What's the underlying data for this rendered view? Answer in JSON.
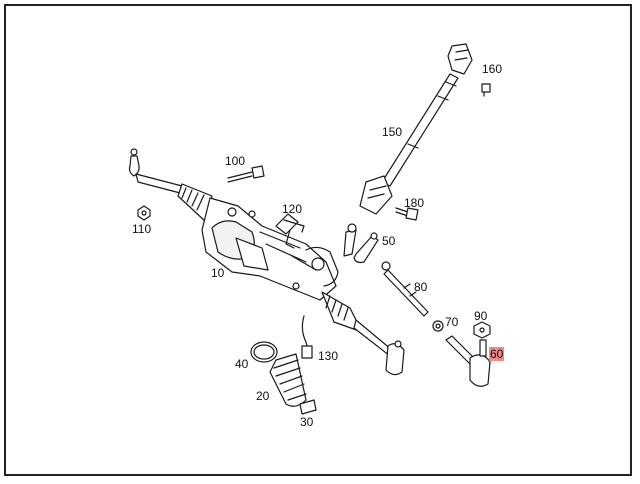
{
  "parts": [
    {
      "id": "p10",
      "label": "10"
    },
    {
      "id": "p20",
      "label": "20"
    },
    {
      "id": "p30",
      "label": "30"
    },
    {
      "id": "p40",
      "label": "40"
    },
    {
      "id": "p50",
      "label": "50"
    },
    {
      "id": "p60",
      "label": "60",
      "highlighted": true
    },
    {
      "id": "p70",
      "label": "70"
    },
    {
      "id": "p80",
      "label": "80"
    },
    {
      "id": "p90",
      "label": "90"
    },
    {
      "id": "p100",
      "label": "100"
    },
    {
      "id": "p110",
      "label": "110"
    },
    {
      "id": "p120",
      "label": "120"
    },
    {
      "id": "p130",
      "label": "130"
    },
    {
      "id": "p150",
      "label": "150"
    },
    {
      "id": "p160",
      "label": "160"
    },
    {
      "id": "p180",
      "label": "180"
    }
  ],
  "colors": {
    "line": "#1a1a1a",
    "fill": "#ffffff",
    "shade": "#dcdcdc",
    "highlight": "#f08a8a"
  }
}
